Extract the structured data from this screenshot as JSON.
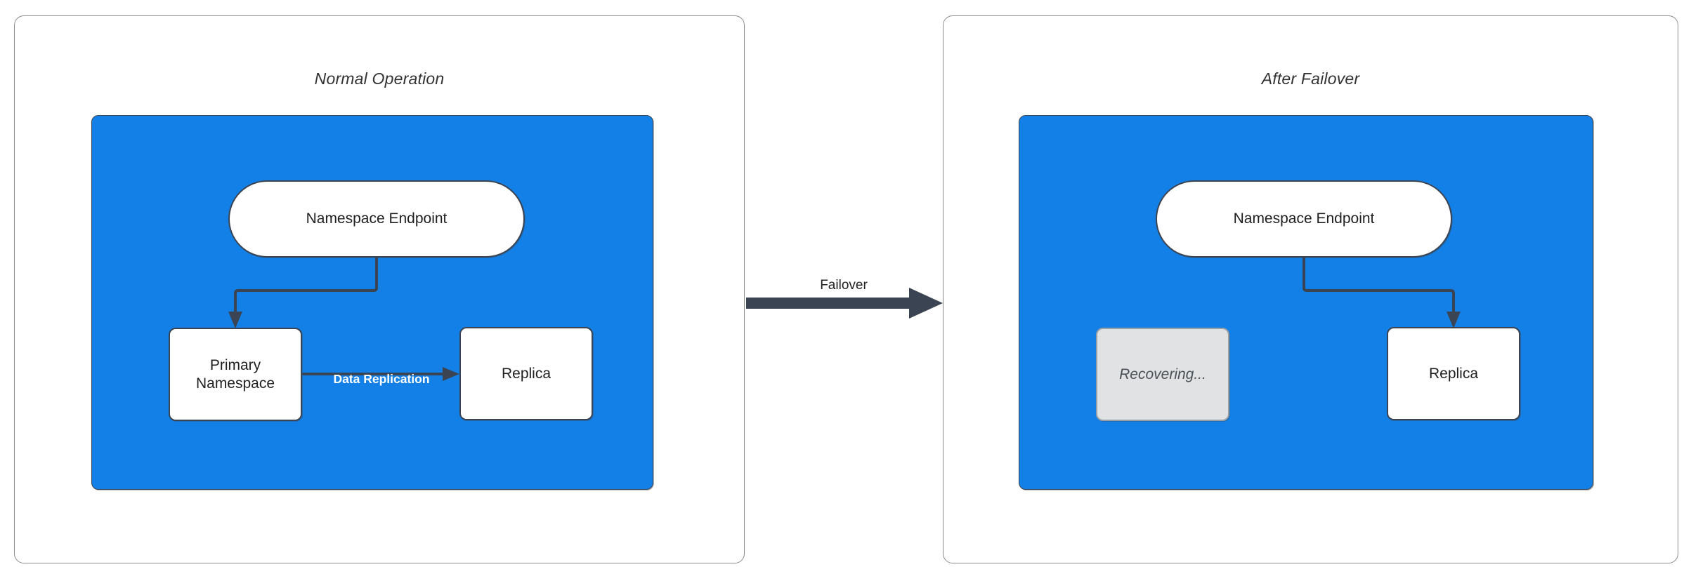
{
  "diagram": {
    "title_left": "Normal Operation",
    "title_right": "After Failover",
    "panels": [
      {
        "id": "normal-operation",
        "title": "Normal Operation",
        "nodes": [
          {
            "id": "endpoint",
            "label": "Namespace Endpoint",
            "shape": "pill",
            "state": "active"
          },
          {
            "id": "primary",
            "label": "Primary\nNamespace",
            "label_line1": "Primary",
            "label_line2": "Namespace",
            "shape": "rect",
            "state": "active"
          },
          {
            "id": "replica",
            "label": "Replica",
            "shape": "rect",
            "state": "active"
          }
        ],
        "edges": [
          {
            "from": "endpoint",
            "to": "primary",
            "label": ""
          },
          {
            "from": "primary",
            "to": "replica",
            "label": "Data Replication"
          }
        ]
      },
      {
        "id": "after-failover",
        "title": "After Failover",
        "nodes": [
          {
            "id": "endpoint",
            "label": "Namespace Endpoint",
            "shape": "pill",
            "state": "active"
          },
          {
            "id": "recovering",
            "label": "Recovering...",
            "shape": "rect",
            "state": "disabled"
          },
          {
            "id": "replica",
            "label": "Replica",
            "shape": "rect",
            "state": "active"
          }
        ],
        "edges": [
          {
            "from": "endpoint",
            "to": "replica",
            "label": ""
          }
        ]
      }
    ],
    "transition": {
      "label": "Failover",
      "direction": "left-to-right"
    },
    "colors": {
      "container_blue": "#1380e8",
      "node_fill": "#ffffff",
      "node_border": "#3b4452",
      "disabled_fill": "#e1e2e3",
      "disabled_border": "#9aa0a6",
      "panel_border": "#8c8c8c",
      "text_dark": "#1f1f1f",
      "edge_label_on_blue": "#ffffff"
    }
  }
}
